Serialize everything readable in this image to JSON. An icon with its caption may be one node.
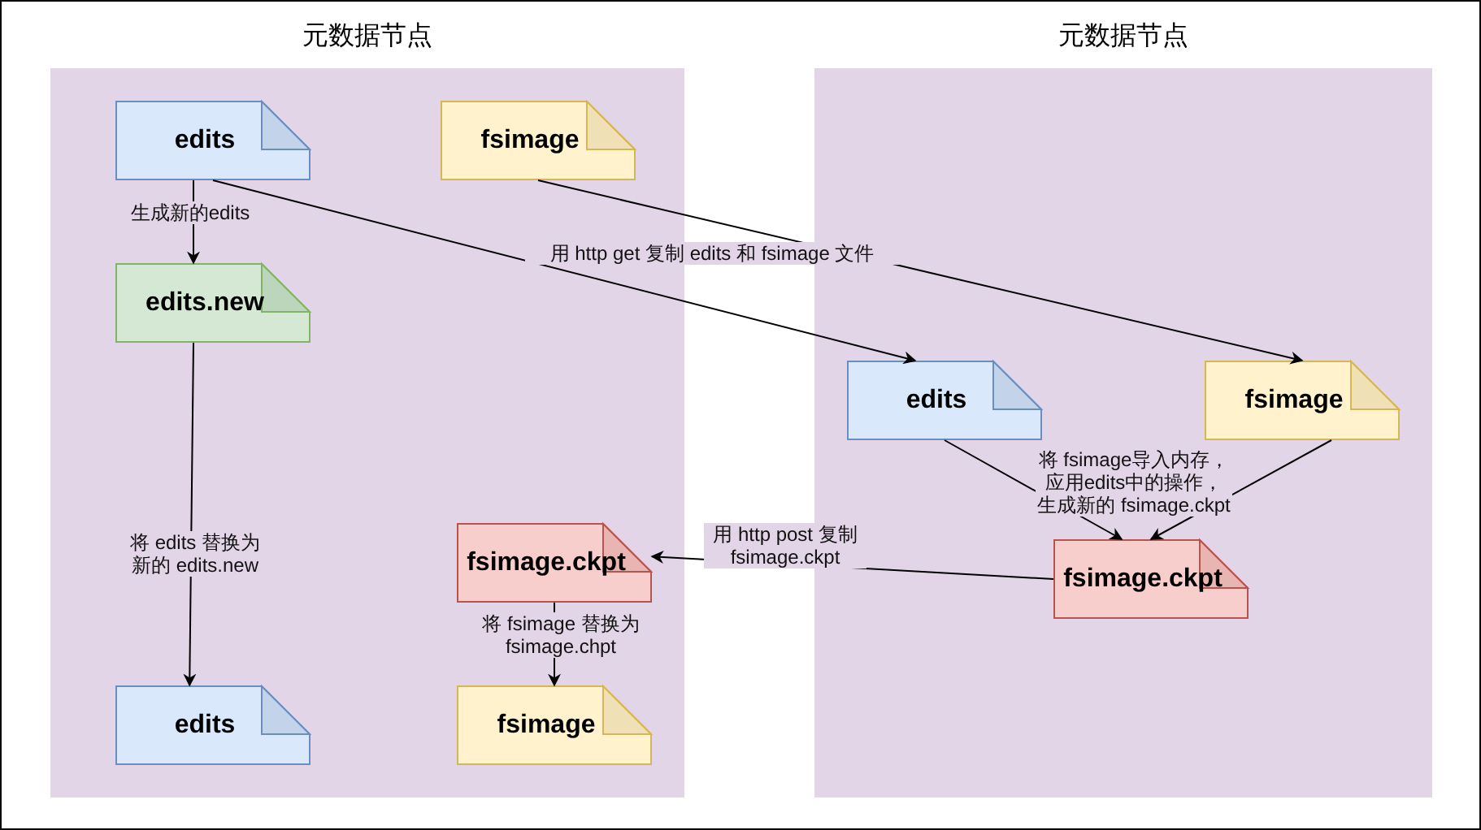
{
  "diagram": {
    "nodes": [
      {
        "text": [
          "元数据节点"
        ]
      },
      {
        "text": [
          "edits"
        ],
        "in": 0
      },
      {
        "text": [
          "fsimage"
        ],
        "in": 0
      },
      {
        "text": [
          "edits.new"
        ],
        "in": 0
      },
      {
        "text": [
          "fsimage.ckpt"
        ],
        "in": 0
      },
      {
        "text": [
          "edits"
        ],
        "in": 0
      },
      {
        "text": [
          "fsimage"
        ],
        "in": 0
      },
      {
        "text": [
          "元数据节点"
        ]
      },
      {
        "text": [
          "edits"
        ],
        "in": 7
      },
      {
        "text": [
          "fsimage"
        ],
        "in": 7
      },
      {
        "text": [
          "fsimage.ckpt"
        ],
        "in": 7
      }
    ],
    "edges": [
      {
        "from": 1,
        "to": 3,
        "arrow": "to",
        "label": "生成新的edits"
      },
      {
        "from": 1,
        "to": 8,
        "arrow": "to",
        "label": "用 http get 复制 edits 和 fsimage 文件"
      },
      {
        "from": 2,
        "to": 9,
        "arrow": "to"
      },
      {
        "from": 8,
        "to": 10,
        "arrow": "to",
        "label": "将 fsimage导入内存，应用edits中的操作，生成新的 fsimage.ckpt"
      },
      {
        "from": 9,
        "to": 10,
        "arrow": "to"
      },
      {
        "from": 10,
        "to": 4,
        "arrow": "to",
        "label": "用 http post 复制 fsimage.ckpt"
      },
      {
        "from": 3,
        "to": 5,
        "arrow": "to",
        "label": "将 edits 替换为新的 edits.new"
      },
      {
        "from": 4,
        "to": 6,
        "arrow": "to",
        "label": "将 fsimage 替换为 fsimage.chpt"
      }
    ]
  }
}
